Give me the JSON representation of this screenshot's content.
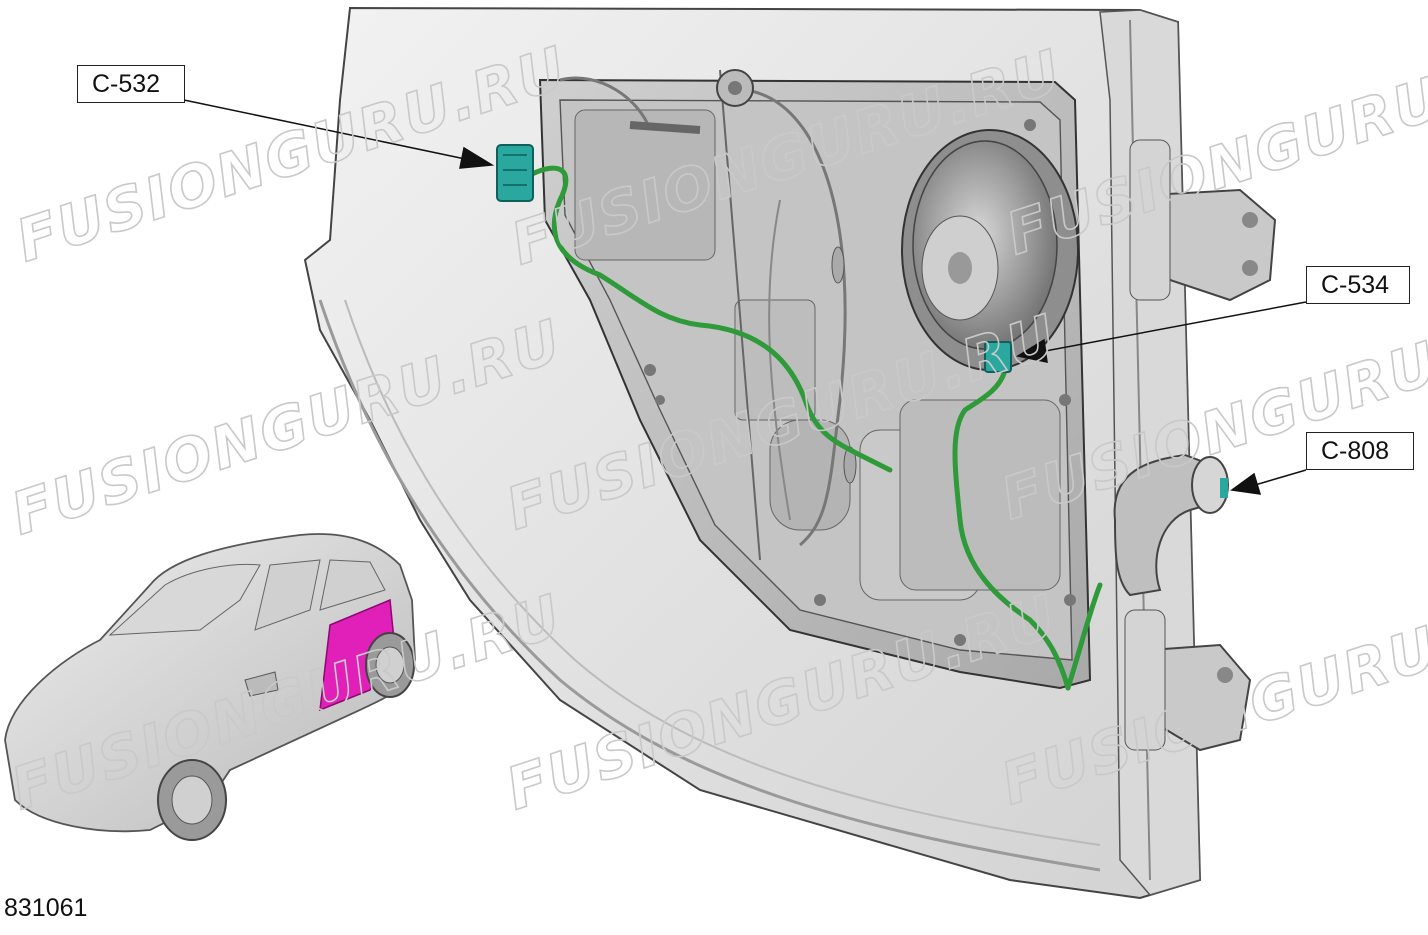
{
  "figure_number": "831061",
  "callouts": {
    "c532": "C-532",
    "c534": "C-534",
    "c808": "C-808"
  },
  "watermark": "FUSIONGURU.RU",
  "colors": {
    "harness": "#2e9a3a",
    "connector": "#2aa8a0",
    "highlight_door": "#e020b8",
    "panel": "#e4e4e4",
    "outline": "#3a3a3a"
  }
}
